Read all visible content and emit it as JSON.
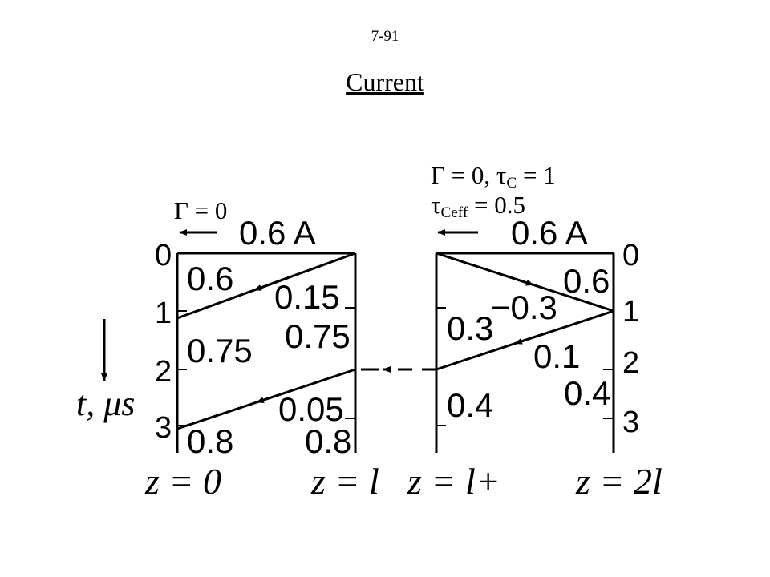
{
  "page_number": "7-91",
  "title": "Current",
  "left_section": {
    "reflection_label": "Γ = 0",
    "source_current": "0.6 A",
    "time_ticks": [
      "0",
      "1",
      "2",
      "3"
    ],
    "segment_values": [
      "0.6",
      "0.75",
      "0.8"
    ],
    "right_side_values": [
      "0.15",
      "0.75",
      "0.05",
      "0.8"
    ]
  },
  "right_section": {
    "reflection_label_main": "Γ = 0, τ",
    "reflection_label_sub": "C",
    "reflection_label_end": " = 1",
    "tau_eff_main": "τ",
    "tau_eff_sub": "Ceff",
    "tau_eff_end": " = 0.5",
    "source_current": "0.6 A",
    "time_ticks": [
      "0",
      "1",
      "2",
      "3"
    ],
    "top_right_value": "0.6",
    "middle_negative_value": "−0.3",
    "left_values": [
      "0.3",
      "0.4"
    ],
    "lower_right_values": [
      "0.1",
      "0.4"
    ]
  },
  "time_axis_label": "t, μs",
  "position_labels": [
    "z = 0",
    "z = l",
    "z = l+",
    "z = 2l"
  ]
}
